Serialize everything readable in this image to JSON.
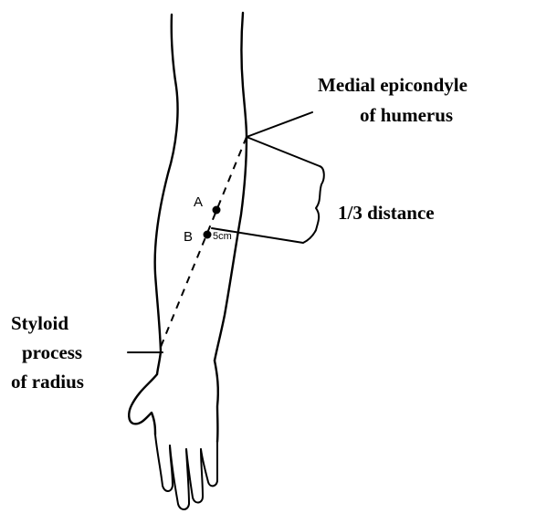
{
  "labels": {
    "medial_line1": "Medial epicondyle",
    "medial_line2": "of humerus",
    "distance": "1/3 distance",
    "styloid_line1": "Styloid",
    "styloid_line2": "process",
    "styloid_line3": "of radius"
  },
  "points": {
    "a": "A",
    "b": "B",
    "gap": "5cm"
  }
}
